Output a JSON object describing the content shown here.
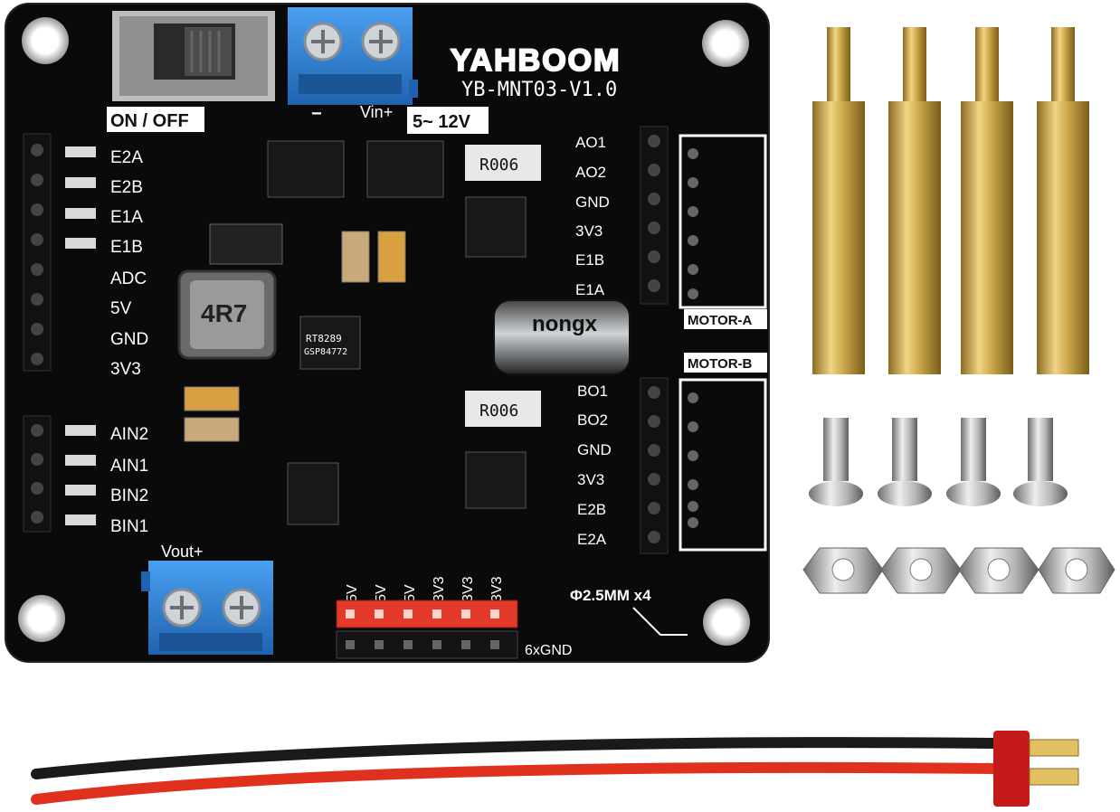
{
  "board": {
    "brand": "YAHBOOM",
    "model": "YB-MNT03-V1.0",
    "power_switch_label": "ON / OFF",
    "vin_label": "Vin+",
    "vin_minus": "−",
    "voltage_range": "5~ 12V",
    "vout_label": "Vout+",
    "left_pins": [
      "E2A",
      "E2B",
      "E1A",
      "E1B",
      "ADC",
      "5V",
      "GND",
      "3V3"
    ],
    "input_pins": [
      "AIN2",
      "AIN1",
      "BIN2",
      "BIN1"
    ],
    "motor_a_pins": [
      "AO1",
      "AO2",
      "GND",
      "3V3",
      "E1B",
      "E1A"
    ],
    "motor_b_pins": [
      "BO1",
      "BO2",
      "GND",
      "3V3",
      "E2B",
      "E2A"
    ],
    "motor_a_label": "MOTOR-A",
    "motor_b_label": "MOTOR-B",
    "power_header_labels": [
      "5V",
      "5V",
      "5V",
      "3V3",
      "3V3",
      "3V3"
    ],
    "gnd_label": "6xGND",
    "mount_hole_label": "Φ2.5MM x4",
    "resistor_top": "R006",
    "resistor_bottom": "R006",
    "inductor_mark": "4R7",
    "capacitor_brand": "nongx",
    "regulator_mark": "RT8289",
    "regulator_code": "GSP84772"
  },
  "accessories": {
    "standoff_count": 4,
    "screw_count": 4,
    "nut_count": 4
  },
  "colors": {
    "pcb": "#0a0a0a",
    "terminal_block": "#2f7fd1",
    "brass": "#c9a64a",
    "power_header": "#e23a2a",
    "wire_red": "#e0301e",
    "wire_black": "#1a1a1a",
    "connector": "#c41a1a"
  }
}
